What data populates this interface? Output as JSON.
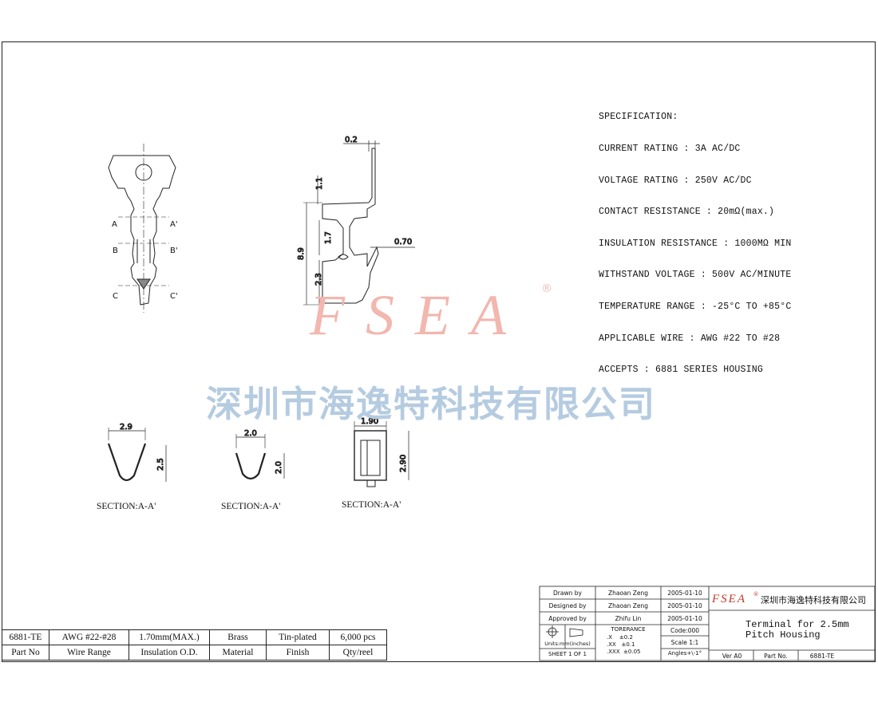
{
  "specification": {
    "heading": "SPECIFICATION:",
    "lines": [
      "CURRENT RATING : 3A AC/DC",
      "VOLTAGE RATING : 250V AC/DC",
      "CONTACT RESISTANCE : 20mΩ(max.)",
      "INSULATION RESISTANCE : 1000MΩ MIN",
      "WITHSTAND VOLTAGE : 500V AC/MINUTE",
      "TEMPERATURE RANGE : -25°C TO +85°C",
      "APPLICABLE WIRE : AWG #22 TO #28",
      "ACCEPTS : 6881 SERIES HOUSING"
    ]
  },
  "watermark": {
    "logo": "FSEA",
    "registered": "®",
    "company_cn": "深圳市海逸特科技有限公司"
  },
  "front_view": {
    "label_a": "A",
    "label_a2": "A'",
    "label_b": "B",
    "label_b2": "B'",
    "label_c": "C",
    "label_c2": "C'"
  },
  "side_view": {
    "dim_thickness": "0.2",
    "dim_top": "1.1",
    "dim_total": "8.9",
    "dim_mid": "1.7",
    "dim_width": "0.70",
    "dim_bottom": "2.3"
  },
  "sections": [
    {
      "label": "SECTION:A-A'",
      "width": "2.9",
      "height": "2.5"
    },
    {
      "label": "SECTION:A-A'",
      "width": "2.0",
      "height": "2.0"
    },
    {
      "label": "SECTION:A-A'",
      "width": "1.90",
      "height": "2.90"
    }
  ],
  "bom_table": {
    "values": [
      "6881-TE",
      "AWG #22-#28",
      "1.70mm(MAX.)",
      "Brass",
      "Tin-plated",
      "6,000 pcs"
    ],
    "headers": [
      "Part No",
      "Wire Range",
      "Insulation O.D.",
      "Material",
      "Finish",
      "Qty/reel"
    ]
  },
  "title_block": {
    "drawn_label": "Drawn by",
    "drawn_name": "Zhaoan Zeng",
    "drawn_date": "2005-01-10",
    "designed_label": "Designed by",
    "designed_name": "Zhaoan Zeng",
    "designed_date": "2005-01-10",
    "approved_label": "Approved by",
    "approved_name": "Zhifu Lin",
    "approved_date": "2005-01-10",
    "tolerance_label": "TORERANCE",
    "tolerance_lines": [
      ".X    ±0.2",
      ".XX   ±0.1",
      ".XXX  ±0.05"
    ],
    "code": "Code:000",
    "scale": "Scale 1:1",
    "angles": "Angles+\\-1°",
    "units": "Units:mm(inches)",
    "sheet": "SHEET 1 OF 1",
    "logo": "FSEA",
    "logo_reg": "®",
    "company": "深圳市海逸特科技有限公司",
    "title_line1": "Terminal for 2.5mm",
    "title_line2": "Pitch Housing",
    "ver": "Ver A0",
    "part_no_label": "Part No.",
    "part_no": "6881-TE"
  }
}
